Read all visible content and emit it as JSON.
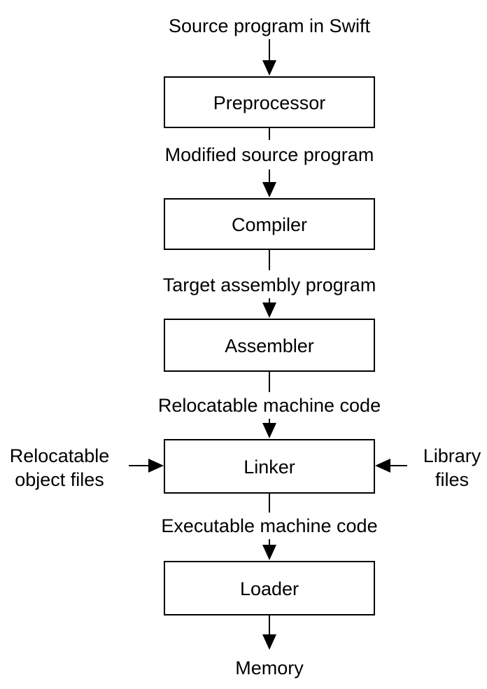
{
  "diagram": {
    "input_label": "Source program in Swift",
    "stages": [
      {
        "name": "Preprocessor",
        "output": "Modified source program"
      },
      {
        "name": "Compiler",
        "output": "Target assembly program"
      },
      {
        "name": "Assembler",
        "output": "Relocatable machine code"
      },
      {
        "name": "Linker",
        "output": "Executable machine code"
      },
      {
        "name": "Loader",
        "output": "Memory"
      }
    ],
    "linker_inputs": {
      "left": {
        "line1": "Relocatable",
        "line2": "object files"
      },
      "right": {
        "line1": "Library",
        "line2": "files"
      }
    }
  }
}
